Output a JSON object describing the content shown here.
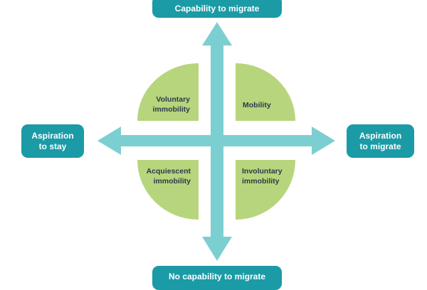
{
  "colors": {
    "box_fill": "#1a9ba6",
    "box_text": "#ffffff",
    "arrow_fill": "#7ccfd1",
    "quadrant_fill": "#b7d57c",
    "quadrant_text": "#2a3a4a"
  },
  "axes": {
    "top": "Capability to migrate",
    "bottom": "No capability to migrate",
    "left": [
      "Aspiration",
      "to stay"
    ],
    "right": [
      "Aspiration",
      "to migrate"
    ]
  },
  "quadrants": {
    "top_left": [
      "Voluntary",
      "immobility"
    ],
    "top_right": [
      "Mobility"
    ],
    "bottom_left": [
      "Acquiescent",
      "immobility"
    ],
    "bottom_right": [
      "Involuntary",
      "immobility"
    ]
  }
}
